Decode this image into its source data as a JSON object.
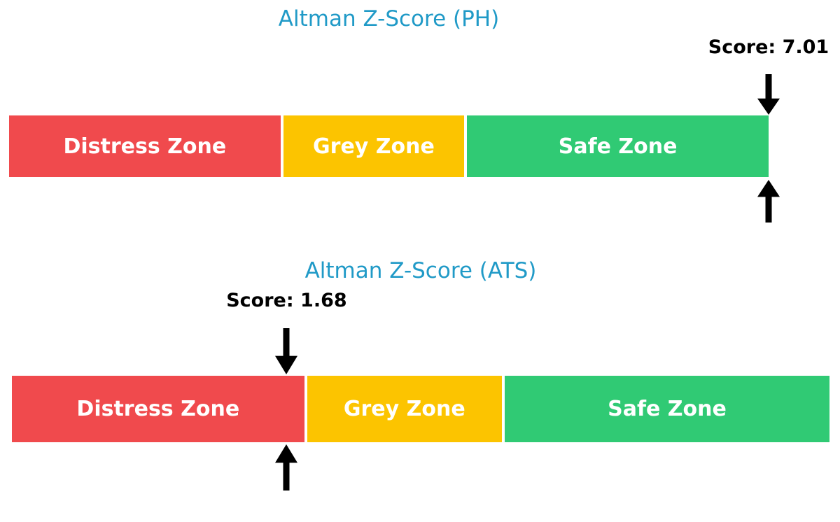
{
  "page": {
    "background": "#ffffff",
    "title_color": "#209ac7",
    "score_color": "#000000",
    "arrow_color": "#000000",
    "zone_label_color": "#ffffff"
  },
  "chart_data": [
    {
      "type": "bar",
      "subtype": "zone-indicator-scale",
      "title": "Altman Z-Score (PH)",
      "score": 7.01,
      "score_label": "Score: 7.01",
      "axis_range": [
        0,
        5
      ],
      "grid": false,
      "legend": false,
      "zones": [
        {
          "label": "Distress Zone",
          "range": [
            0,
            1.8
          ],
          "color": "#f04a4d"
        },
        {
          "label": "Grey Zone",
          "range": [
            1.8,
            3.0
          ],
          "color": "#fcc400"
        },
        {
          "label": "Safe Zone",
          "range": [
            3.0,
            5.0
          ],
          "color": "#30ca74"
        }
      ],
      "marker": {
        "value": 7.01,
        "clamped_display_value": 5.0,
        "style": "black arrows above and below bar"
      }
    },
    {
      "type": "bar",
      "subtype": "zone-indicator-scale",
      "title": "Altman Z-Score (ATS)",
      "score": 1.68,
      "score_label": "Score: 1.68",
      "axis_range": [
        0,
        5
      ],
      "grid": false,
      "legend": false,
      "zones": [
        {
          "label": "Distress Zone",
          "range": [
            0,
            1.8
          ],
          "color": "#f04a4d"
        },
        {
          "label": "Grey Zone",
          "range": [
            1.8,
            3.0
          ],
          "color": "#fcc400"
        },
        {
          "label": "Safe Zone",
          "range": [
            3.0,
            5.0
          ],
          "color": "#30ca74"
        }
      ],
      "marker": {
        "value": 1.68,
        "clamped_display_value": 1.68,
        "style": "black arrows above and below bar"
      }
    }
  ]
}
